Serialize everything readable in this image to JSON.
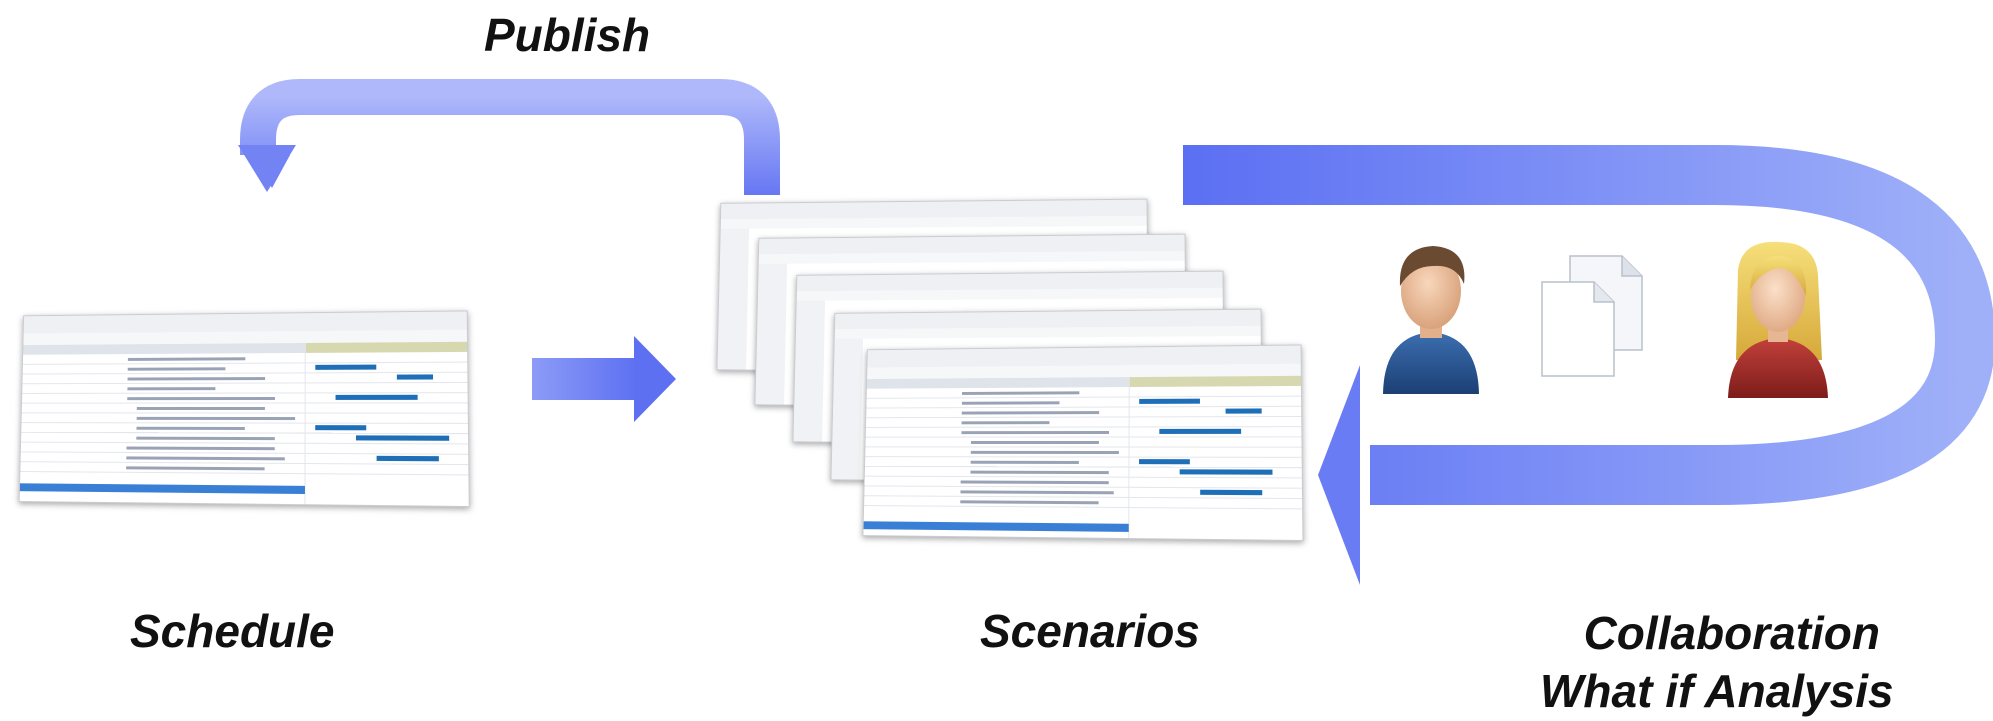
{
  "labels": {
    "publish": "Publish",
    "schedule": "Schedule",
    "scenarios": "Scenarios",
    "collaboration_line1": "Collaboration",
    "collaboration_line2": "What if Analysis"
  },
  "icons": {
    "male_user": "male-user-icon",
    "female_user": "female-user-icon",
    "documents": "documents-icon"
  },
  "colors": {
    "arrow_light": "#9aa6f7",
    "arrow_dark": "#5b6ff3",
    "gantt_bar": "#1e6fb8",
    "gantt_summary": "#c8c88a",
    "selection": "#3a7fd6"
  }
}
